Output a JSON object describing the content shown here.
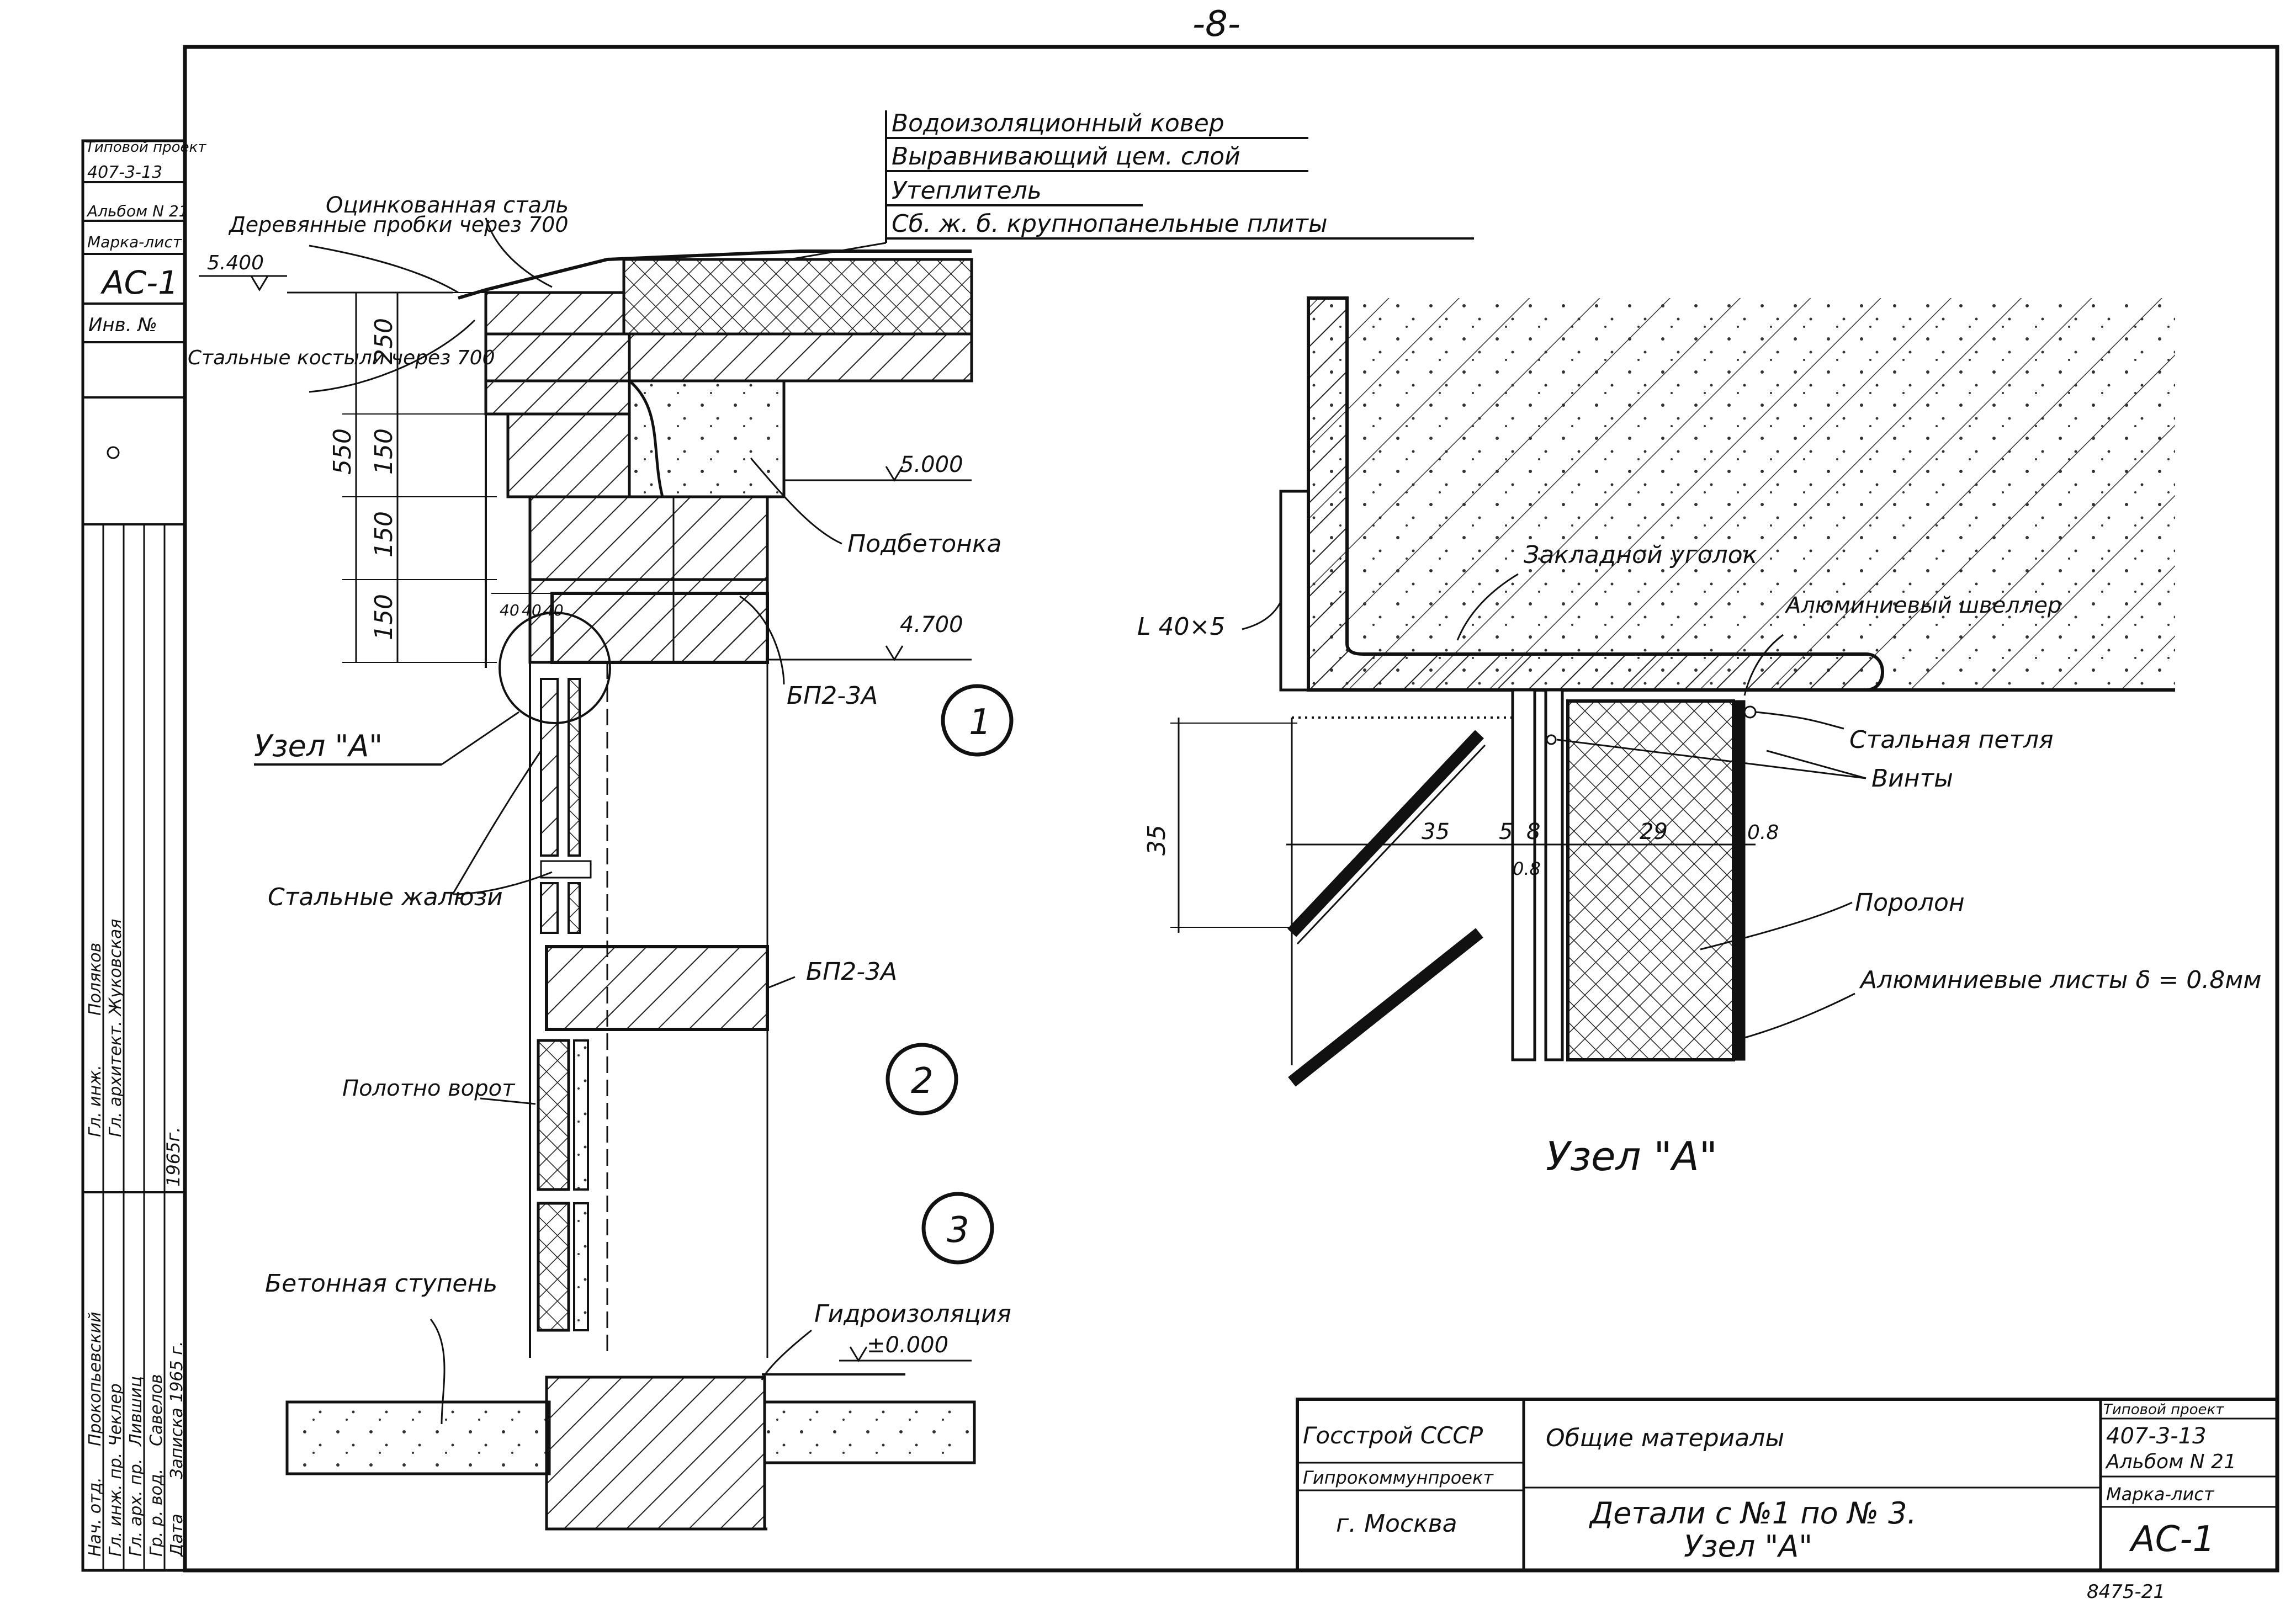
{
  "page_number": "-8-",
  "sidebar": {
    "type_project": "Типовой проект",
    "project_no": "407-3-13",
    "album": "Альбом N 21",
    "mark_sheet": "Марка-лист",
    "mark_value": "АС-1",
    "inv": "Инв. №",
    "people": [
      {
        "role": "Нач. отд.",
        "name": "Прокопьевский"
      },
      {
        "role": "Гл. инж. пр.",
        "name": "Чеклер"
      },
      {
        "role": "Гл. арх. пр.",
        "name": "Лившиц"
      },
      {
        "role": "Гр. р. вод.",
        "name": "Савелов"
      },
      {
        "role": "Дата",
        "name": "Записка 1965 г."
      }
    ],
    "people2": [
      {
        "role": "Гл. инж.",
        "name": "Поляков"
      },
      {
        "role": "Гл. архитект.",
        "name": "Жуковская"
      }
    ],
    "year": "1965г."
  },
  "section": {
    "layers": [
      "Водоизоляционный ковер",
      "Выравнивающий цем. слой",
      "Утеплитель",
      "Сб. ж. б. крупнопанельные плиты"
    ],
    "label_steel": "Оцинкованная сталь",
    "label_plugs": "Деревянные пробки через 700",
    "label_crutches": "Стальные костыли через 700",
    "elev_top": "5.400",
    "elev_5000": "5.000",
    "elev_4700": "4.700",
    "elev_0000": "±0.000",
    "dims": [
      "250",
      "150",
      "150",
      "150",
      "550"
    ],
    "dims_small": [
      "40",
      "40",
      "40"
    ],
    "label_concrete_fill": "Подбетонка",
    "label_bp_1": "БП2-3А",
    "label_bp_2": "БП2-3А",
    "label_node": "Узел \"А\"",
    "label_louvers": "Стальные жалюзи",
    "label_gate": "Полотно ворот",
    "label_step": "Бетонная ступень",
    "label_hydro": "Гидроизоляция",
    "markers": [
      "1",
      "2",
      "3"
    ]
  },
  "detail": {
    "label_angle": "Закладной уголок",
    "label_angle_size": "L 40×5",
    "label_channel": "Алюминиевый швеллер",
    "label_loop": "Стальная петля",
    "label_screws": "Винты",
    "label_foam": "Поролон",
    "label_sheets": "Алюминиевые листы δ = 0.8мм",
    "dims": [
      "35",
      "35",
      "5",
      "8",
      "29",
      "0.8",
      "0.8"
    ],
    "title": "Узел \"А\""
  },
  "title_block": {
    "org": "Госстрой СССР",
    "org2": "Гипрокоммунпроект",
    "city": "г. Москва",
    "general": "Общие материалы",
    "description_line1": "Детали с №1 по № 3.",
    "description_line2": "Узел \"А\"",
    "type_project": "Типовой проект",
    "project_no": "407-3-13",
    "album": "Альбом N 21",
    "mark_sheet": "Марка-лист",
    "mark_value": "АС-1"
  },
  "footer_code": "8475-21"
}
